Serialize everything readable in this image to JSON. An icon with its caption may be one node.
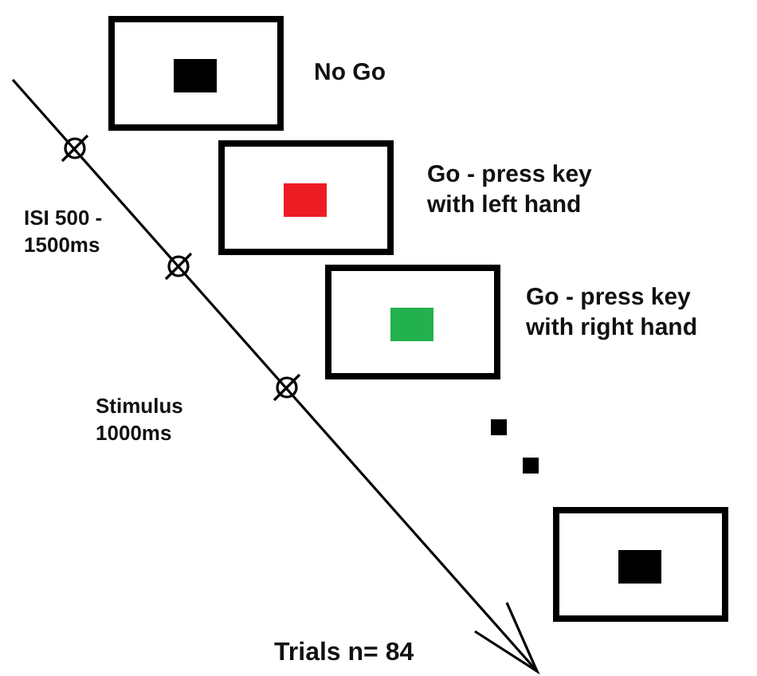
{
  "diagram": {
    "nodes": [
      {
        "text": [],
        "shape": "box",
        "beside": [
          "No Go"
        ]
      },
      {
        "text": [],
        "shape": "box",
        "beside": [
          "Go - press key with left hand"
        ]
      },
      {
        "text": [],
        "shape": "box",
        "beside": [
          "Go - press key with right hand"
        ]
      },
      {
        "text": [],
        "shape": "box"
      }
    ],
    "edges": [],
    "labels": [
      "ISI 500 - 1500ms",
      "Stimulus 1000ms",
      "Trials n= 84"
    ]
  }
}
